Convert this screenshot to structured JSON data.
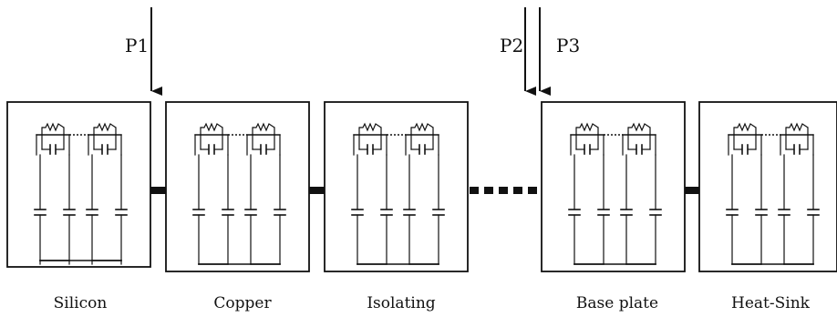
{
  "diagram": {
    "power_inputs": [
      {
        "id": "p1",
        "label": "P1"
      },
      {
        "id": "p2",
        "label": "P2"
      },
      {
        "id": "p3",
        "label": "P3"
      }
    ],
    "blocks": [
      {
        "id": "silicon",
        "label": "Silicon"
      },
      {
        "id": "copper",
        "label": "Copper"
      },
      {
        "id": "isolating",
        "label": "Isolating"
      },
      {
        "id": "base-plate",
        "label": "Base plate"
      },
      {
        "id": "heat-sink",
        "label": "Heat-Sink"
      }
    ],
    "colors": {
      "ink": "#111111",
      "background": "#ffffff"
    }
  }
}
